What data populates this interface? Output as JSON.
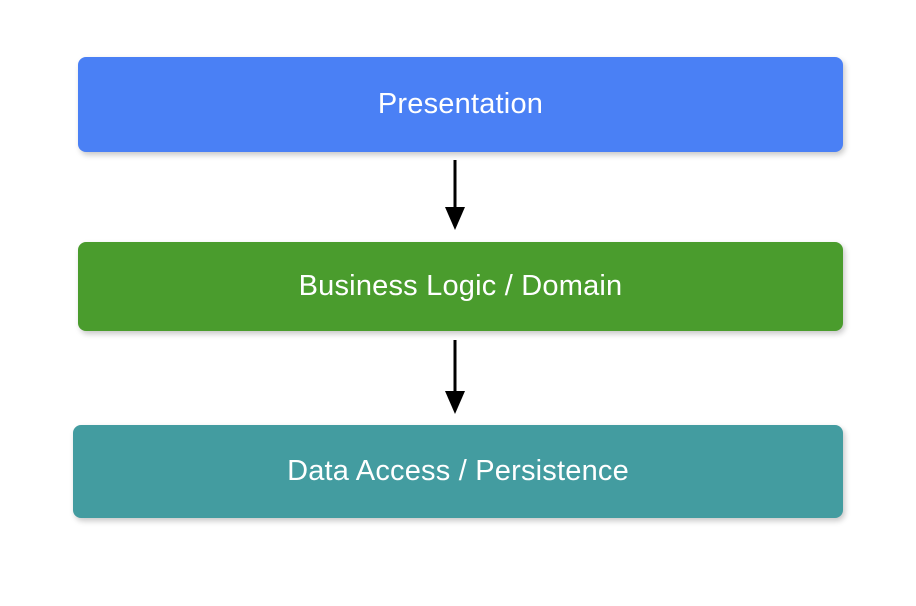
{
  "diagram": {
    "type": "layered-architecture-flow",
    "orientation": "vertical-top-down",
    "background_color": "#ffffff",
    "layers": [
      {
        "id": "presentation",
        "label": "Presentation",
        "color": "#4a80f5",
        "text_color": "#ffffff",
        "order": 1
      },
      {
        "id": "business-logic",
        "label": "Business Logic / Domain",
        "color": "#4a9c2d",
        "text_color": "#ffffff",
        "order": 2
      },
      {
        "id": "data-access",
        "label": "Data Access / Persistence",
        "color": "#439ca0",
        "text_color": "#ffffff",
        "order": 3
      }
    ],
    "connectors": [
      {
        "id": "presentation-to-business",
        "from": "presentation",
        "to": "business-logic",
        "style": "solid-arrow",
        "color": "#000000",
        "direction": "down"
      },
      {
        "id": "business-to-data",
        "from": "business-logic",
        "to": "data-access",
        "style": "solid-arrow",
        "color": "#000000",
        "direction": "down"
      }
    ]
  }
}
